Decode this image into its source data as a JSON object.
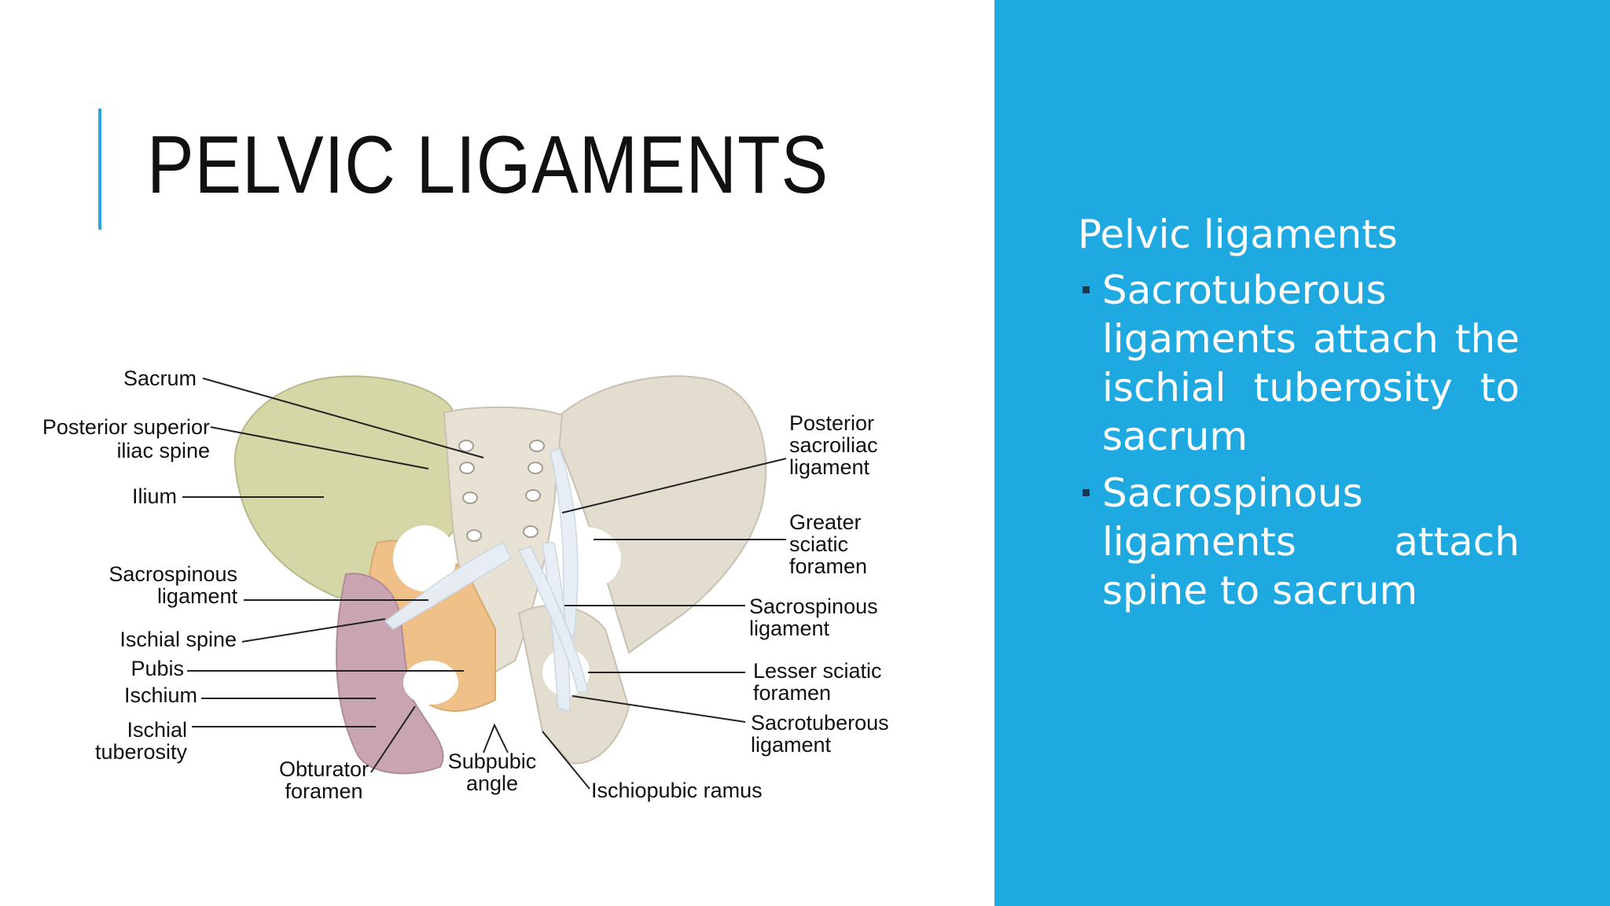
{
  "slide": {
    "title": "PELVIC LIGAMENTS",
    "accent_color": "#2aa7df",
    "panel_color": "#1ea9e1"
  },
  "side_panel": {
    "heading": "Pelvic ligaments",
    "bullets": [
      "Sacrotuberous ligaments attach the ischial tuberosity to sacrum",
      "Sacrospinous ligaments attach spine to sacrum"
    ]
  },
  "diagram": {
    "labels": {
      "sacrum": "Sacrum",
      "psis_1": "Posterior superior",
      "psis_2": "iliac spine",
      "ilium": "Ilium",
      "sacrospinous_l_1": "Sacrospinous",
      "sacrospinous_l_2": "ligament",
      "ischial_spine": "Ischial spine",
      "pubis": "Pubis",
      "ischium": "Ischium",
      "ischial_tub_1": "Ischial",
      "ischial_tub_2": "tuberosity",
      "obturator_1": "Obturator",
      "obturator_2": "foramen",
      "subpubic_1": "Subpubic",
      "subpubic_2": "angle",
      "ischiopubic": "Ischiopubic ramus",
      "post_si_1": "Posterior",
      "post_si_2": "sacroiliac",
      "post_si_3": "ligament",
      "greater_1": "Greater",
      "greater_2": "sciatic",
      "greater_3": "foramen",
      "sacrospinous_r_1": "Sacrospinous",
      "sacrospinous_r_2": "ligament",
      "lesser_1": "Lesser sciatic",
      "lesser_2": "foramen",
      "sacrotuberous_1": "Sacrotuberous",
      "sacrotuberous_2": "ligament"
    },
    "colors": {
      "ilium": "#d6d7a6",
      "bone": "#e3ddd0",
      "ischium": "#c9a4b1",
      "pubis": "#f0c089",
      "ligament": "#e6eef6"
    }
  }
}
